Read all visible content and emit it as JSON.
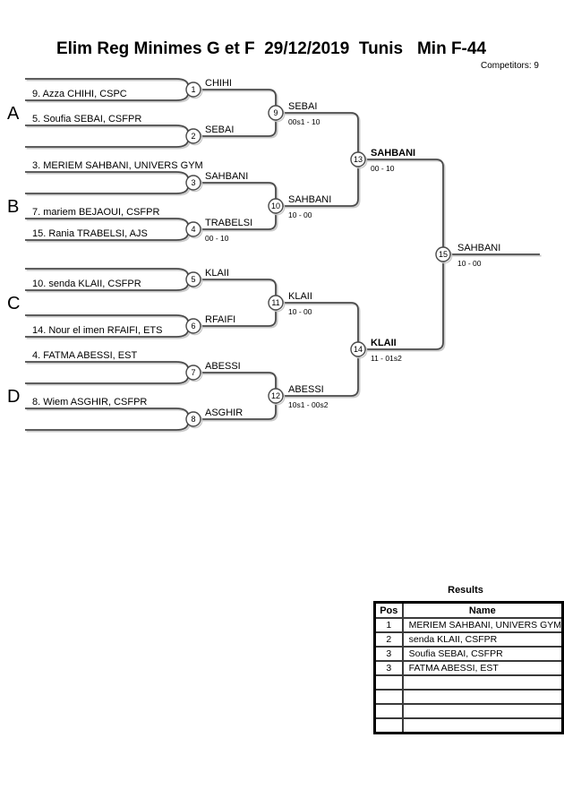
{
  "header": {
    "title": "Elim Reg Minimes G et F  29/12/2019  Tunis   Min F-44",
    "competitors": "Competitors: 9"
  },
  "bracket": {
    "groups": [
      "A",
      "B",
      "C",
      "D"
    ],
    "matches": [
      {
        "n": 1,
        "slots": [
          "",
          "9. Azza CHIHI, CSPC"
        ],
        "winner": "CHIHI",
        "score": ""
      },
      {
        "n": 2,
        "slots": [
          "5. Soufia SEBAI, CSFPR",
          ""
        ],
        "winner": "SEBAI",
        "score": ""
      },
      {
        "n": 3,
        "slots": [
          "3. MERIEM SAHBANI, UNIVERS GYM",
          ""
        ],
        "winner": "SAHBANI",
        "score": ""
      },
      {
        "n": 4,
        "slots": [
          "7. mariem BEJAOUI, CSFPR",
          "15. Rania TRABELSI, AJS"
        ],
        "winner": "TRABELSI",
        "score": "00 - 10"
      },
      {
        "n": 5,
        "slots": [
          "",
          "10. senda KLAII, CSFPR"
        ],
        "winner": "KLAII",
        "score": ""
      },
      {
        "n": 6,
        "slots": [
          "",
          "14. Nour el imen RFAIFI, ETS"
        ],
        "winner": "RFAIFI",
        "score": ""
      },
      {
        "n": 7,
        "slots": [
          "4. FATMA ABESSI, EST",
          ""
        ],
        "winner": "ABESSI",
        "score": ""
      },
      {
        "n": 8,
        "slots": [
          "8. Wiem ASGHIR, CSFPR",
          ""
        ],
        "winner": "ASGHIR",
        "score": ""
      },
      {
        "n": 9,
        "winner": "SEBAI",
        "score": "00s1 - 10"
      },
      {
        "n": 10,
        "winner": "SAHBANI",
        "score": "10 - 00"
      },
      {
        "n": 11,
        "winner": "KLAII",
        "score": "10 - 00"
      },
      {
        "n": 12,
        "winner": "ABESSI",
        "score": "10s1 - 00s2"
      },
      {
        "n": 13,
        "winner": "SAHBANI",
        "score": "00 - 10",
        "bold": true
      },
      {
        "n": 14,
        "winner": "KLAII",
        "score": "11 - 01s2",
        "bold": true
      },
      {
        "n": 15,
        "winner": "SAHBANI",
        "score": "10 - 00"
      }
    ],
    "line_color": "#4a4a4a",
    "shadow_color": "#c8c8c8"
  },
  "results": {
    "title": "Results",
    "columns": [
      "Pos",
      "Name"
    ],
    "rows": [
      {
        "pos": "1",
        "name": "MERIEM SAHBANI, UNIVERS GYM"
      },
      {
        "pos": "2",
        "name": "senda KLAII, CSFPR"
      },
      {
        "pos": "3",
        "name": "Soufia SEBAI, CSFPR"
      },
      {
        "pos": "3",
        "name": "FATMA ABESSI, EST"
      }
    ],
    "empty_row_count": 4
  }
}
